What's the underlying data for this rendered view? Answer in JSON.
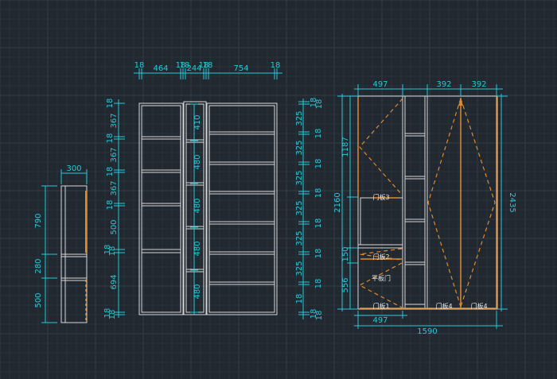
{
  "colors": {
    "background": "#212830",
    "grid_minor": "#29323c",
    "grid_major": "#323c48",
    "dimension": "#27c9d8",
    "panel_outline": "#d8d8d8",
    "door_accent": "#e08a2c",
    "label_text": "#e6e6e6"
  },
  "side_view": {
    "width_dims": [
      "300"
    ],
    "height_dims": [
      "790",
      "280",
      "500"
    ]
  },
  "front_view": {
    "top_dims": [
      "18",
      "464",
      "18",
      "18",
      "244",
      "18",
      "18",
      "754",
      "18"
    ],
    "left_dims": [
      "18",
      "367",
      "18",
      "367",
      "18",
      "367",
      "18",
      "500",
      "18",
      "18",
      "694",
      "18",
      "18"
    ],
    "mid_dims": [
      "410",
      "480",
      "480",
      "480",
      "480"
    ],
    "right_dims": [
      "18",
      "18",
      "325",
      "18",
      "325",
      "18",
      "325",
      "18",
      "325",
      "18",
      "325",
      "18",
      "325",
      "18",
      "18"
    ]
  },
  "door_view": {
    "top_dims": [
      "497",
      "392",
      "392"
    ],
    "bottom_dims": [
      "497",
      "1590"
    ],
    "left_outer_dims": [
      "2160"
    ],
    "left_inner_dims": [
      "1187",
      "150",
      "556"
    ],
    "right_dims": [
      "2435"
    ],
    "labels": {
      "door3": "门板3",
      "door2": "门板2",
      "flat_door": "平板门",
      "door1": "门板1",
      "door4a": "门板4",
      "door4b": "门板4"
    }
  }
}
